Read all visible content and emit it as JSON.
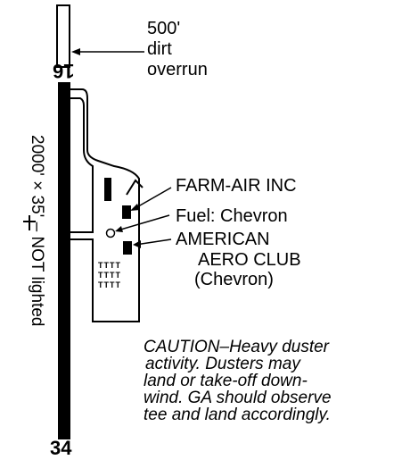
{
  "runway": {
    "end_north": "16",
    "end_south": "34",
    "dimensions": "2000' × 35' – NOT lighted"
  },
  "overrun": {
    "length": "500'",
    "surface": "dirt",
    "word": "overrun"
  },
  "facilities": {
    "farm_air": "FARM-AIR INC",
    "fuel": "Fuel: Chevron",
    "aero_club_line1": "AMERICAN",
    "aero_club_line2": "AERO CLUB",
    "aero_club_line3": "(Chevron)"
  },
  "tiedown_symbols": "TTTT",
  "caution": {
    "line1": "CAUTION–Heavy duster",
    "line2": "activity.  Dusters may",
    "line3": "land or take-off down-",
    "line4": "wind.  GA should observe",
    "line5": "tee and land accordingly."
  }
}
